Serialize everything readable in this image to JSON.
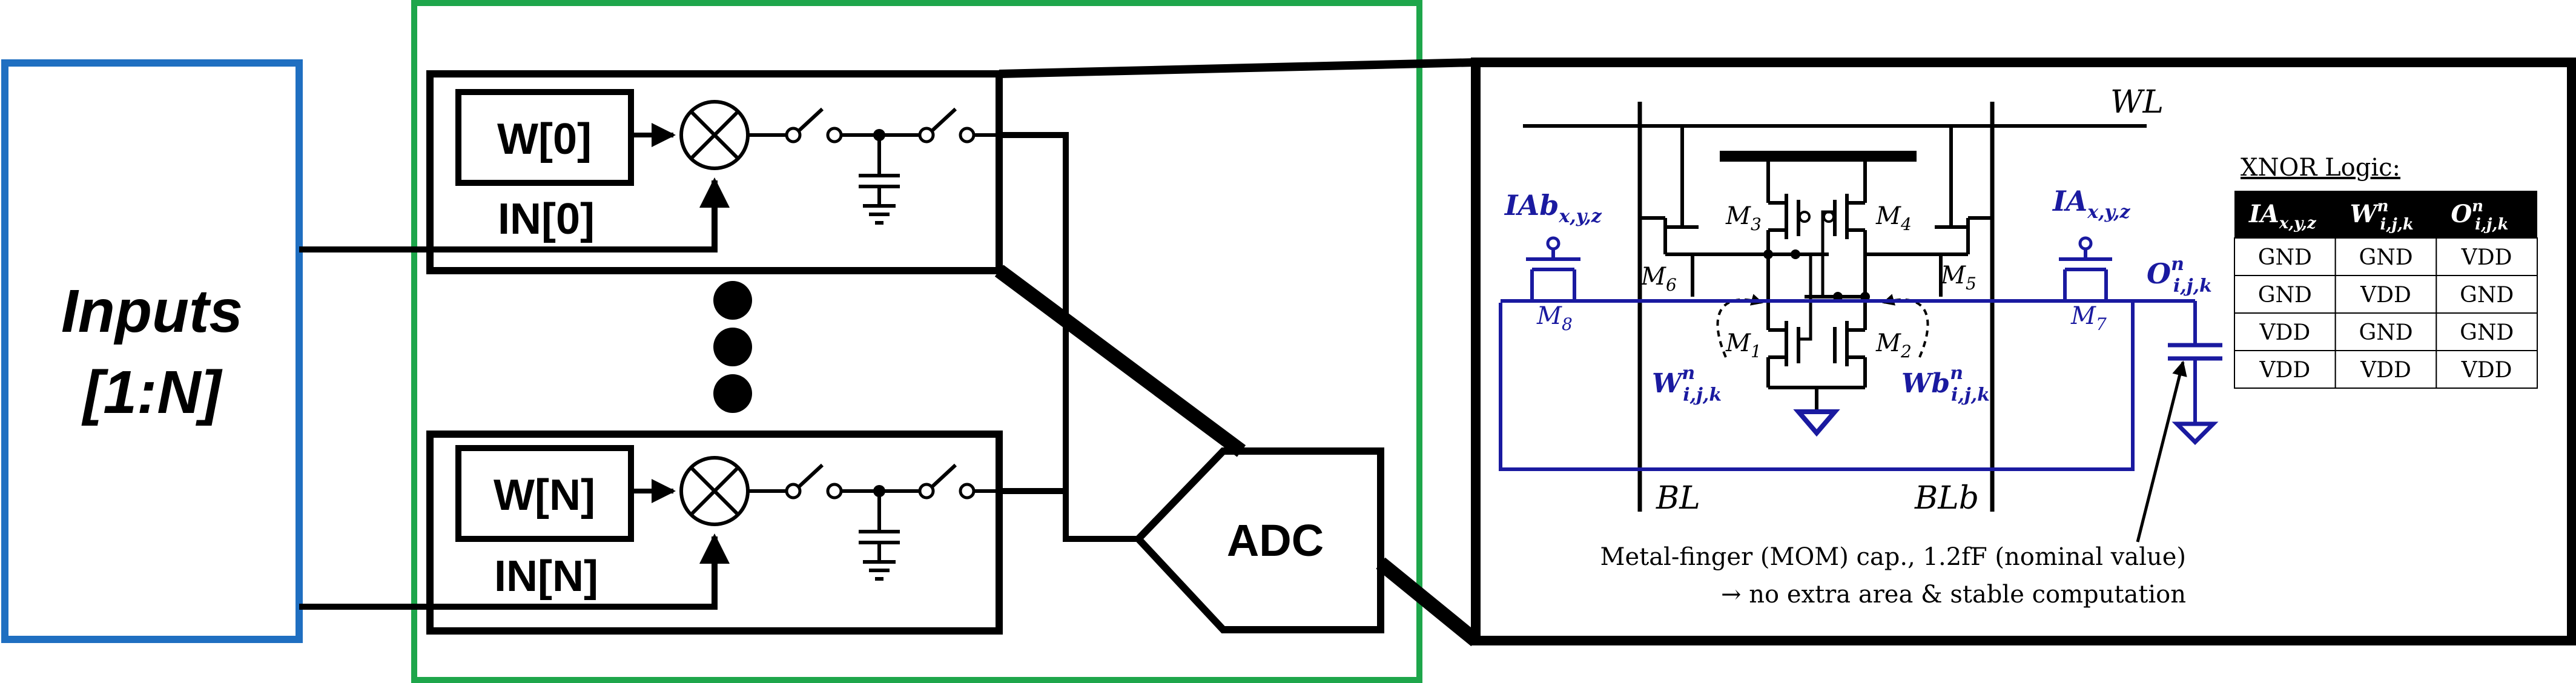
{
  "colors": {
    "inputs_border": "#1f6fc1",
    "system_border": "#1ea64b",
    "circuit_blue": "#1a1aa0",
    "black": "#000000"
  },
  "inputs": {
    "line1": "Inputs",
    "line2": "[1:N]"
  },
  "cells": [
    {
      "weight": "W[0]",
      "input": "IN[0]"
    },
    {
      "weight": "W[N]",
      "input": "IN[N]"
    }
  ],
  "adc": {
    "label": "ADC"
  },
  "circuit": {
    "wl": "WL",
    "bl": "BL",
    "blb": "BLb",
    "transistors": {
      "m1": "M",
      "m1_sub": "1",
      "m2": "M",
      "m2_sub": "2",
      "m3": "M",
      "m3_sub": "3",
      "m4": "M",
      "m4_sub": "4",
      "m5": "M",
      "m5_sub": "5",
      "m6": "M",
      "m6_sub": "6",
      "m7": "M",
      "m7_sub": "7",
      "m8": "M",
      "m8_sub": "8"
    },
    "iab": {
      "base": "IAb",
      "sub": "x,y,z"
    },
    "ia": {
      "base": "IA",
      "sub": "x,y,z"
    },
    "output": {
      "base": "O",
      "sup": "n",
      "sub": "i,j,k"
    },
    "w": {
      "base": "W",
      "sup": "n",
      "sub": "i,j,k"
    },
    "wb": {
      "base": "Wb",
      "sup": "n",
      "sub": "i,j,k"
    },
    "cap_note_line1": "Metal-finger (MOM) cap., 1.2fF (nominal value)",
    "cap_note_line2": "→ no extra area & stable computation"
  },
  "xnor": {
    "title": "XNOR Logic:",
    "headers": [
      {
        "base": "IA",
        "sup": "",
        "sub": "x,y,z"
      },
      {
        "base": "W",
        "sup": "n",
        "sub": "i,j,k"
      },
      {
        "base": "O",
        "sup": "n",
        "sub": "i,j,k"
      }
    ],
    "rows": [
      [
        "GND",
        "GND",
        "VDD"
      ],
      [
        "GND",
        "VDD",
        "GND"
      ],
      [
        "VDD",
        "GND",
        "GND"
      ],
      [
        "VDD",
        "VDD",
        "VDD"
      ]
    ]
  }
}
